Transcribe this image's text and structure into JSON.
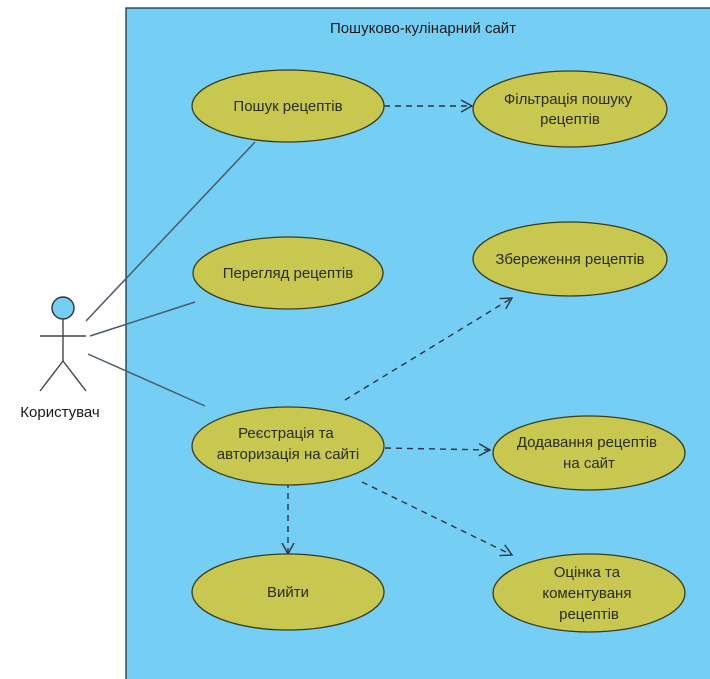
{
  "colors": {
    "system_fill": "#75cff5",
    "usecase_fill": "#c8c850",
    "usecase_stroke": "#3a3a20",
    "line": "#4a5a6a",
    "actor_head": "#75cff5"
  },
  "system": {
    "title": "Пошуково-кулінарний сайт"
  },
  "actor": {
    "label": "Користувач"
  },
  "use_cases": {
    "search": [
      "Пошук рецептів"
    ],
    "filter": [
      "Фільтрація пошуку",
      "рецептів"
    ],
    "view": [
      "Перегляд рецептів"
    ],
    "save": [
      "Збереження рецептів"
    ],
    "register": [
      "Реєстрація та",
      "авторизація на сайті"
    ],
    "add": [
      "Додавання рецептів",
      "на сайт"
    ],
    "logout": [
      "Вийти"
    ],
    "rate": [
      "Оцінка та",
      "коментуваня",
      "рецептів"
    ]
  }
}
